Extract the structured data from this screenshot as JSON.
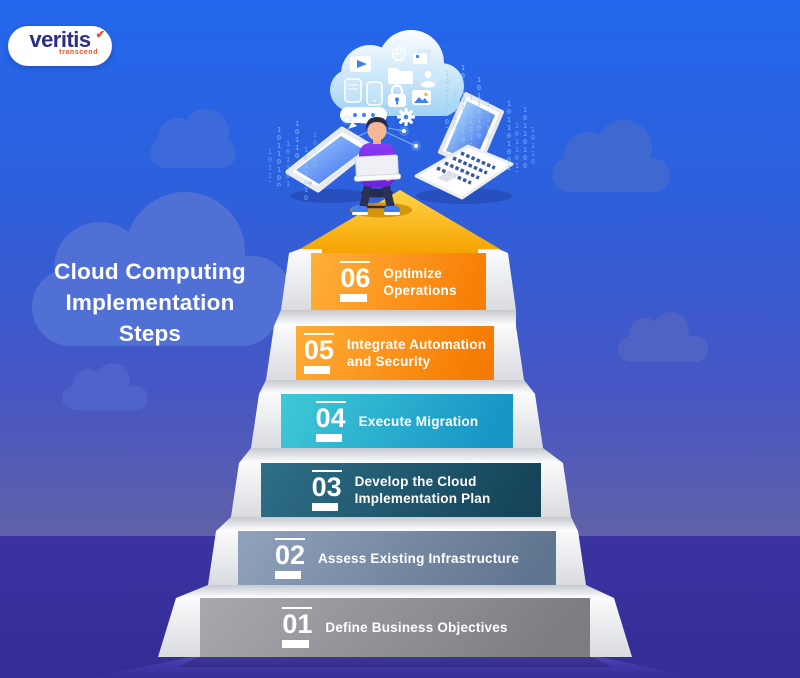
{
  "logo": {
    "brand": "veritis",
    "tagline": "transcend",
    "brand_color": "#2b2e86",
    "accent_color": "#e8432a",
    "check_icon": "✔"
  },
  "title": {
    "lines": [
      "Cloud Computing",
      "Implementation",
      "Steps"
    ]
  },
  "steps": [
    {
      "number": "06",
      "label_lines": [
        "Optimize",
        "Operations"
      ],
      "color_start": "#ffb03a",
      "color_end": "#f87f07"
    },
    {
      "number": "05",
      "label_lines": [
        "Integrate Automation",
        "and Security"
      ],
      "color_start": "#ffad36",
      "color_end": "#f67b02"
    },
    {
      "number": "04",
      "label_lines": [
        "Execute Migration",
        ""
      ],
      "color_start": "#3fc9d7",
      "color_end": "#1795c6"
    },
    {
      "number": "03",
      "label_lines": [
        "Develop the Cloud",
        "Implementation Plan"
      ],
      "color_start": "#2e6f88",
      "color_end": "#16455a"
    },
    {
      "number": "02",
      "label_lines": [
        "Assess Existing Infrastructure",
        ""
      ],
      "color_start": "#91a2bc",
      "color_end": "#60758f"
    },
    {
      "number": "01",
      "label_lines": [
        "Define Business Objectives",
        ""
      ],
      "color_start": "#a7a9af",
      "color_end": "#7b7d83"
    }
  ],
  "scene": {
    "sky_top": "#2368ec",
    "sky_bottom": "#6061a8",
    "floor_color": "#3b33a1",
    "arrow_start": "#ffd447",
    "arrow_end": "#f5a302",
    "binary_pattern": "10110100101101001011010010110100101101001011010010110100",
    "cloud_icons": [
      "video-icon",
      "globe-icon",
      "gallery-icon",
      "folder-icon",
      "user-icon",
      "tablet-icon",
      "phone-icon",
      "lock-icon",
      "image-icon",
      "chat-icon",
      "gear-icon"
    ]
  }
}
